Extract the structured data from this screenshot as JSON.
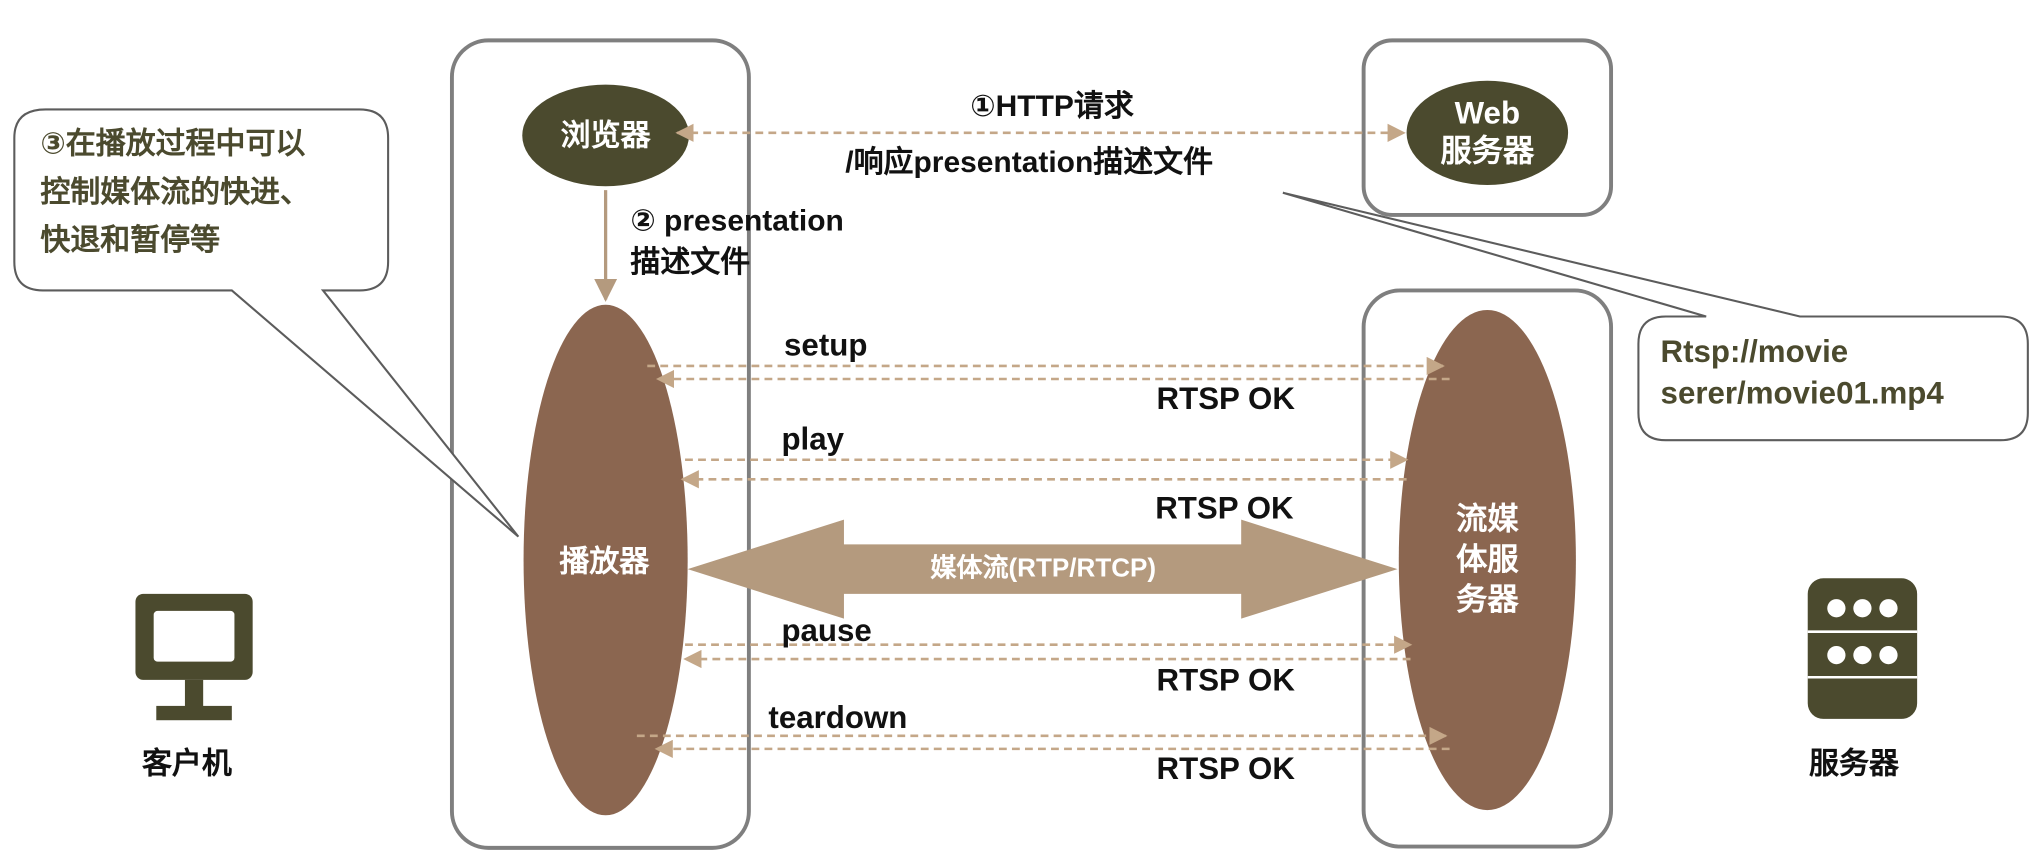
{
  "nodes": {
    "browser": "浏览器",
    "web_server": [
      "Web",
      "服务器"
    ],
    "player": "播放器",
    "media_server": [
      "流媒",
      "体服",
      "务器"
    ]
  },
  "edges": {
    "http_request": [
      "①HTTP请求",
      "/响应presentation描述文件"
    ],
    "presentation": [
      "② presentation",
      "描述文件"
    ],
    "media_stream": "媒体流(RTP/RTCP)"
  },
  "messages": [
    {
      "request": "setup",
      "response": "RTSP OK"
    },
    {
      "request": "play",
      "response": "RTSP OK"
    },
    {
      "request": "pause",
      "response": "RTSP OK"
    },
    {
      "request": "teardown",
      "response": "RTSP OK"
    }
  ],
  "callouts": {
    "control": [
      "③在播放过程中可以",
      "控制媒体流的快进、",
      "快退和暂停等"
    ],
    "url": [
      "Rtsp://movie",
      "serer/movie01.mp4"
    ]
  },
  "side_labels": {
    "client": "客户机",
    "server": "服务器"
  },
  "icons": [
    "monitor-icon",
    "server-rack-icon"
  ],
  "colors": {
    "olive_dark": "#4b4a2e",
    "brown": "#8b6650",
    "tan": "#b49a7e",
    "tan_dashed": "#c4a788",
    "border_gray": "#7f7f7f"
  }
}
